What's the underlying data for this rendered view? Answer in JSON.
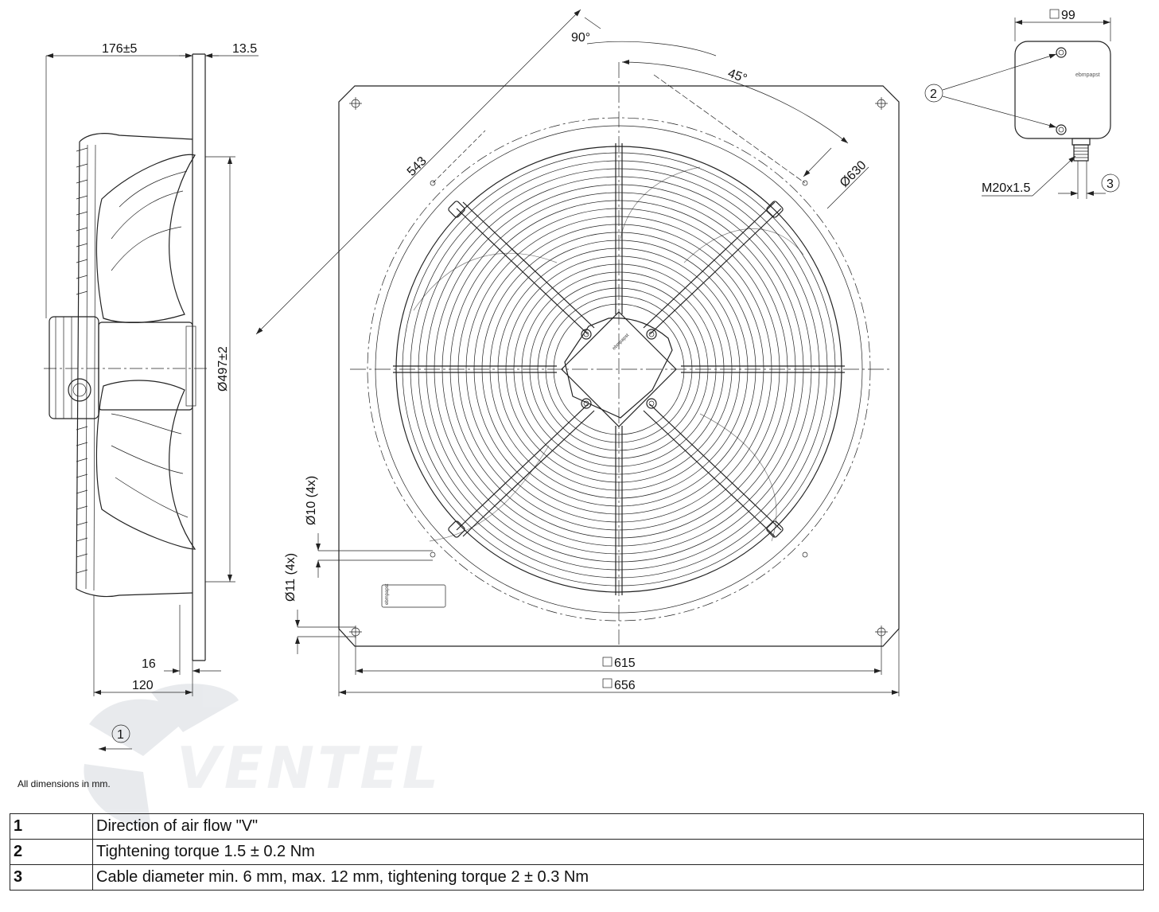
{
  "dimensions": {
    "side_depth": "176±5",
    "flange_thickness": "13.5",
    "diameter_497": "Ø497±2",
    "dim_16": "16",
    "dim_120": "120",
    "hole_10": "Ø10 (4x)",
    "hole_11": "Ø11 (4x)",
    "angle_90": "90°",
    "angle_45": "45°",
    "diag_543": "543",
    "diameter_630": "Ø630",
    "square_615": "615",
    "square_656": "656",
    "box_99": "99",
    "thread": "M20x1.5"
  },
  "callouts": {
    "c1": "1",
    "c2": "2",
    "c3": "3"
  },
  "brand": {
    "watermark": "VENTEL",
    "label": "ebmpapst"
  },
  "note": "All dimensions in mm.",
  "legend": [
    {
      "key": "1",
      "text": "Direction of air flow \"V\""
    },
    {
      "key": "2",
      "text": "Tightening torque 1.5 ± 0.2 Nm"
    },
    {
      "key": "3",
      "text": "Cable diameter min. 6 mm, max. 12 mm, tightening torque 2 ± 0.3 Nm"
    }
  ]
}
